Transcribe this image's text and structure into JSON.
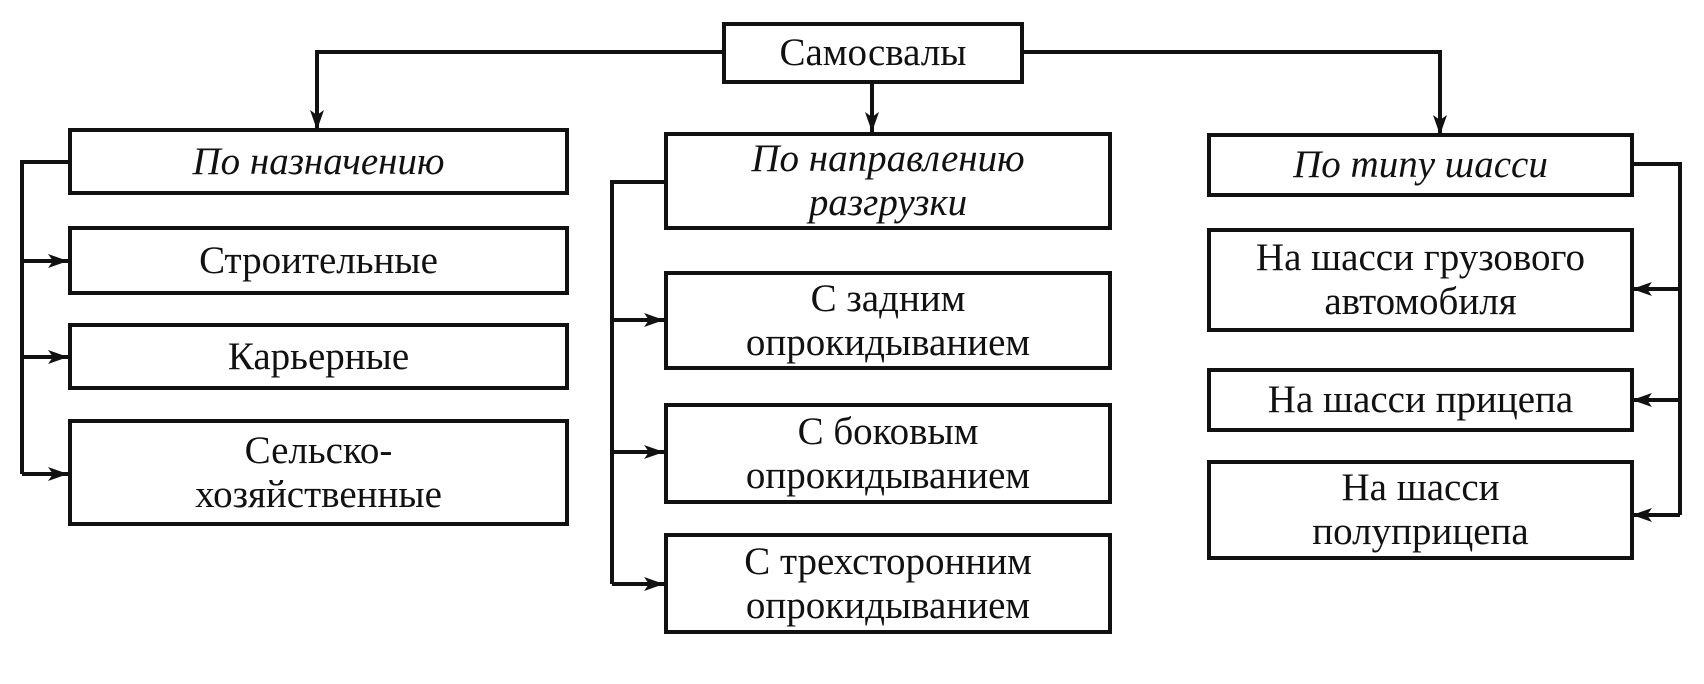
{
  "diagram": {
    "root": {
      "label": "Самосвалы"
    },
    "categories": [
      {
        "label": "По назначению",
        "children": [
          "Строительные",
          "Карьерные",
          "Сельско-\nхозяйственные"
        ]
      },
      {
        "label": "По направлению\nразгрузки",
        "children": [
          "С задним\nопрокидыванием",
          "С боковым\nопрокидыванием",
          "С трехсторонним\nопрокидыванием"
        ]
      },
      {
        "label": "По типу шасси",
        "children": [
          "На шасси грузового\nавтомобиля",
          "На шасси прицепа",
          "На шасси\nполуприцепа"
        ]
      }
    ],
    "line_color": "#111111"
  }
}
